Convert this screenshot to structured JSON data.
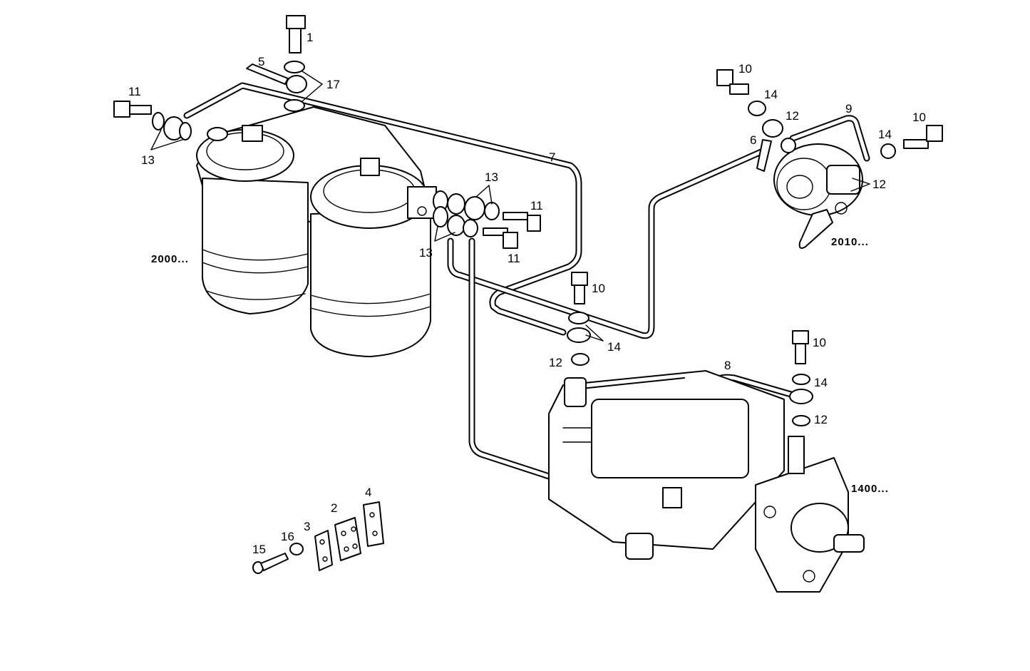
{
  "callouts": {
    "c1": "1",
    "c2": "2",
    "c3": "3",
    "c4": "4",
    "c5": "5",
    "c6": "6",
    "c7": "7",
    "c8": "8",
    "c9": "9",
    "c10a": "10",
    "c10b": "10",
    "c10c": "10",
    "c10d": "10",
    "c11a": "11",
    "c11b": "11",
    "c11c": "11",
    "c12a": "12",
    "c12b": "12",
    "c12c": "12",
    "c12d": "12",
    "c13a": "13",
    "c13b": "13",
    "c13c": "13",
    "c14a": "14",
    "c14b": "14",
    "c14c": "14",
    "c14d": "14",
    "c15": "15",
    "c16": "16",
    "c17": "17"
  },
  "assembly_refs": {
    "filter_assembly": "2000...",
    "feed_pump": "2010...",
    "injection_pump": "1400..."
  }
}
